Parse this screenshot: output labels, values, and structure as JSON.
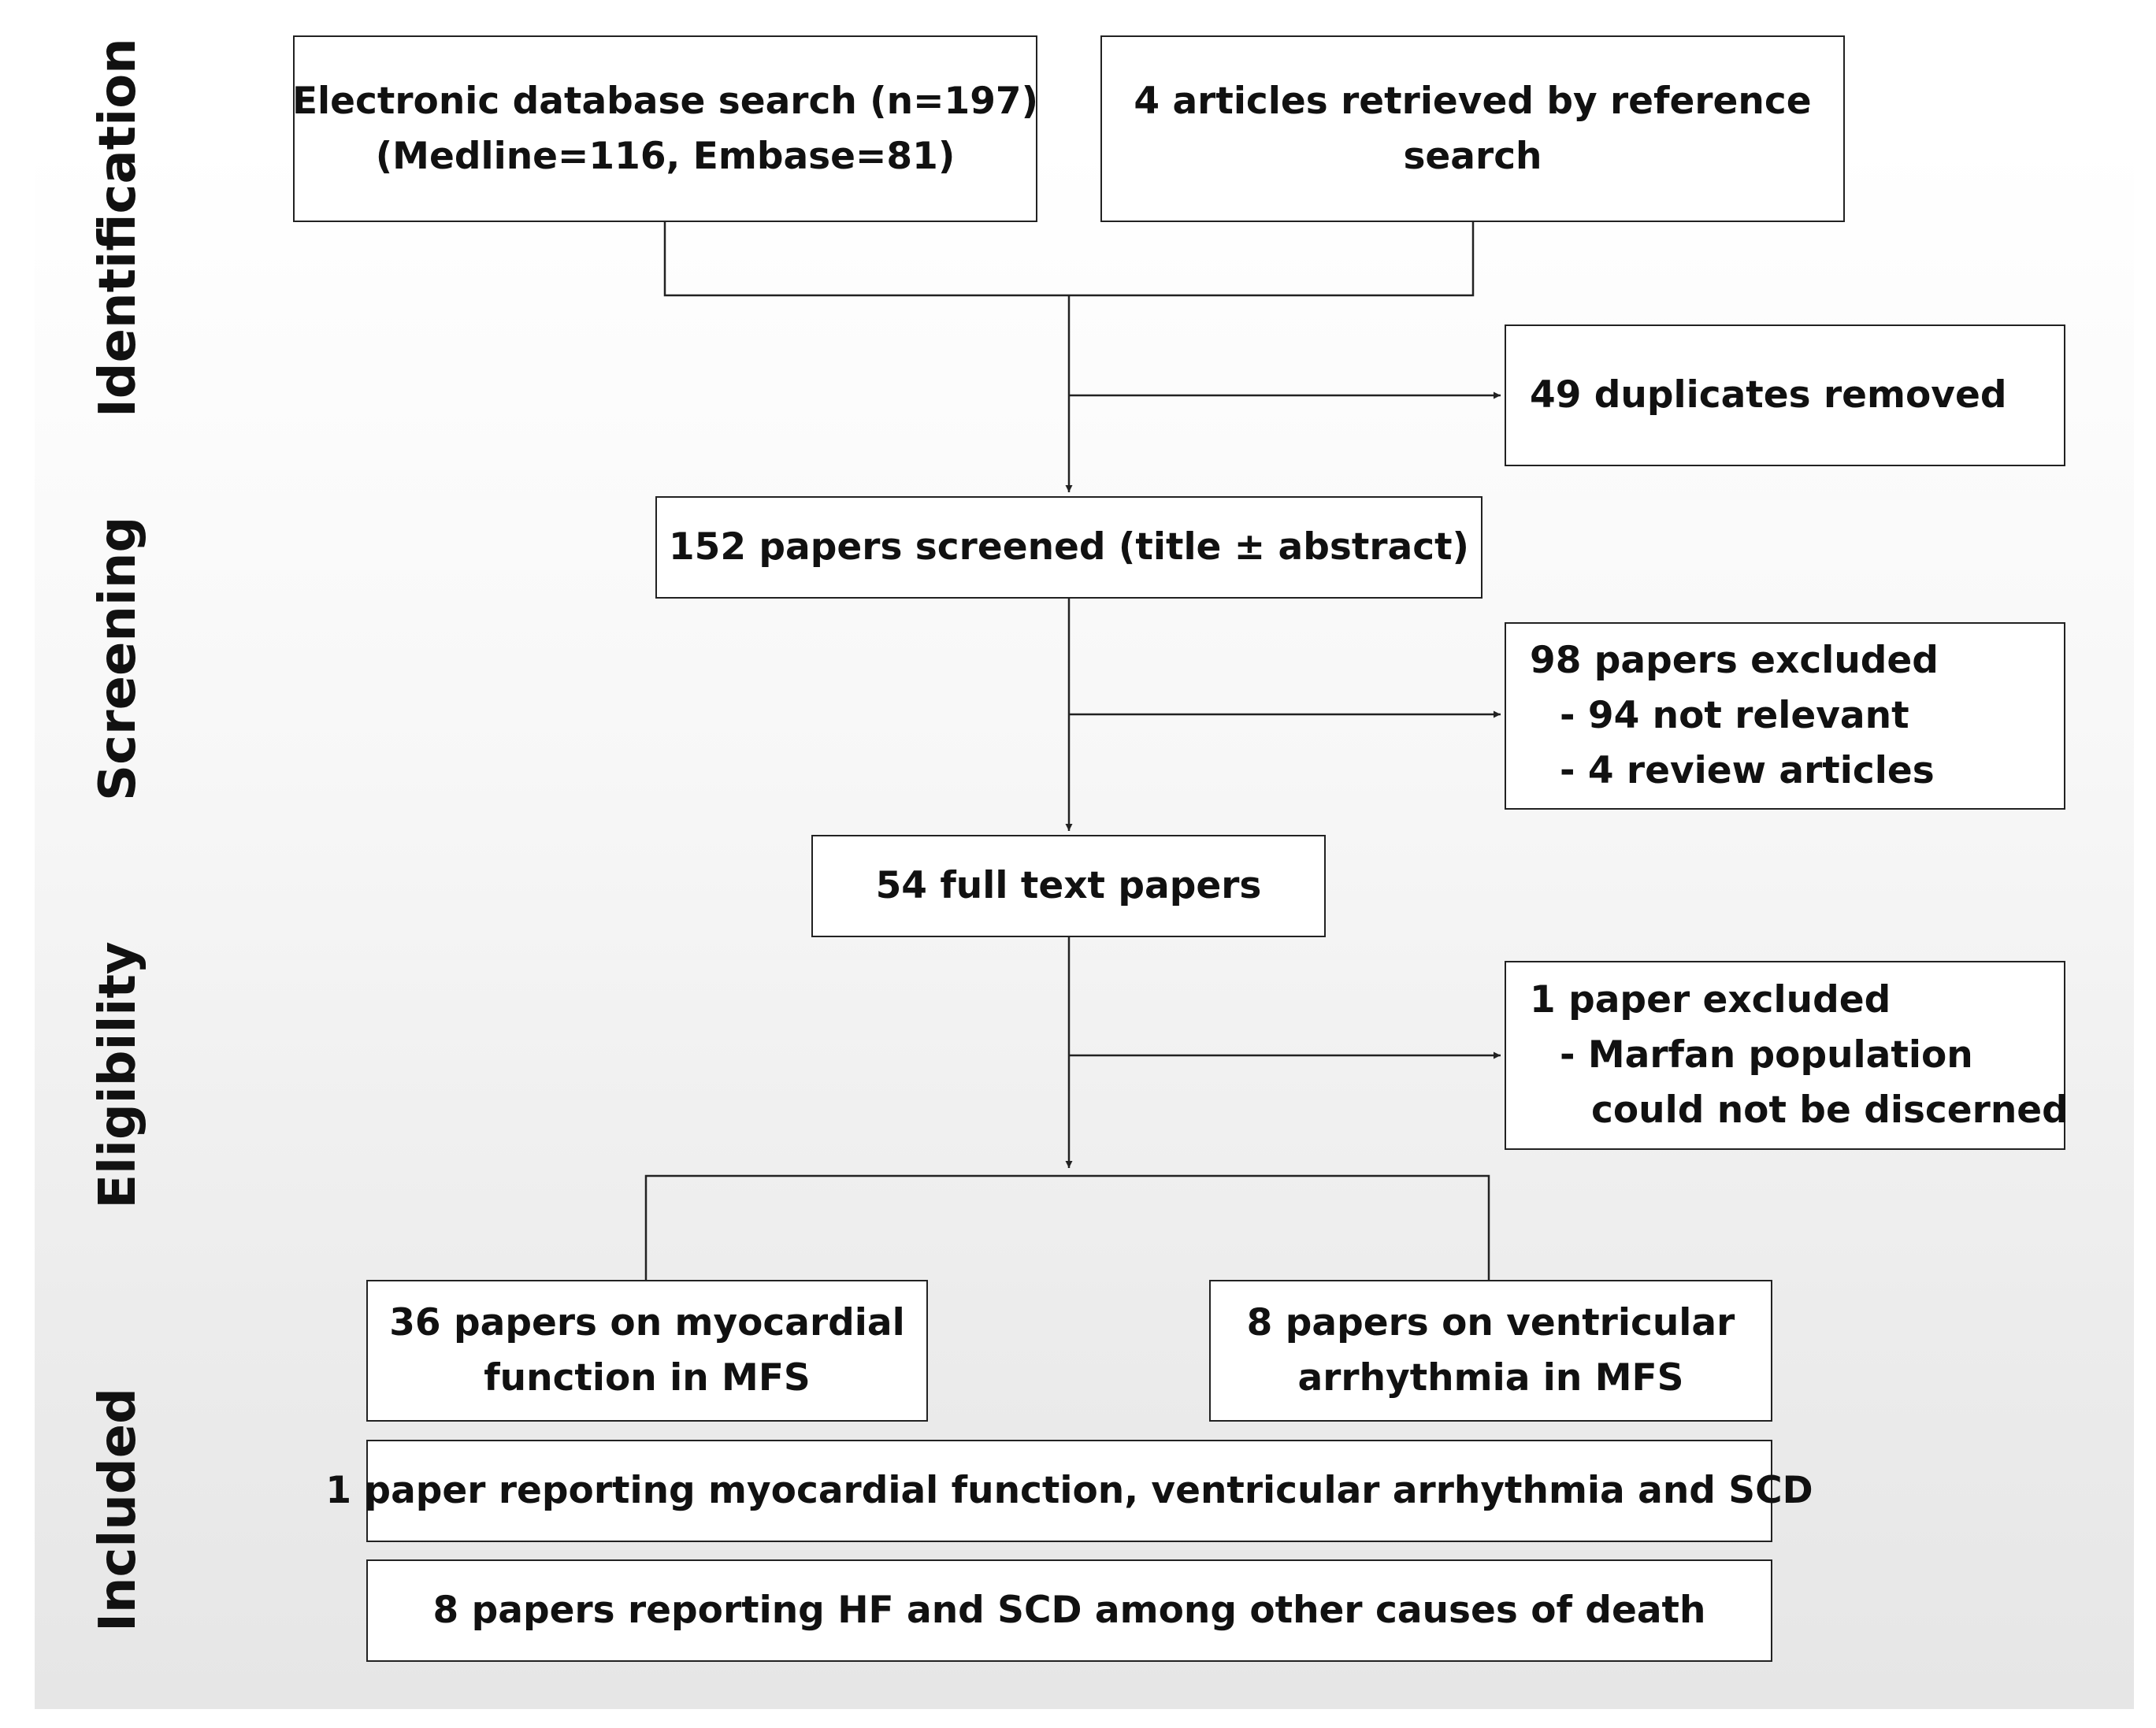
{
  "stages": {
    "identification": "Identification",
    "screening": "Screening",
    "eligibility": "Eligibility",
    "included": "Included"
  },
  "boxes": {
    "database_search": [
      "Electronic database search (n=197)",
      "(Medline=116, Embase=81)"
    ],
    "reference_search": [
      "4 articles retrieved by reference",
      "search"
    ],
    "duplicates_removed": "49 duplicates removed",
    "screened": "152 papers screened (title ± abstract)",
    "excluded_screening": [
      "98 papers excluded",
      "- 94 not relevant",
      "- 4 review articles"
    ],
    "full_text": "54 full text papers",
    "excluded_eligibility": [
      "1  paper excluded",
      "-  Marfan population",
      "could not be discerned"
    ],
    "myocardial": [
      "36 papers on myocardial",
      "function in MFS"
    ],
    "arrhythmia": [
      "8 papers on ventricular",
      "arrhythmia in MFS"
    ],
    "combined": "1 paper reporting myocardial function, ventricular arrhythmia and SCD",
    "hf_scd": "8 papers reporting HF and SCD among other causes of death"
  },
  "colors": {
    "line": "#222222",
    "box_fill": "#ffffff"
  }
}
